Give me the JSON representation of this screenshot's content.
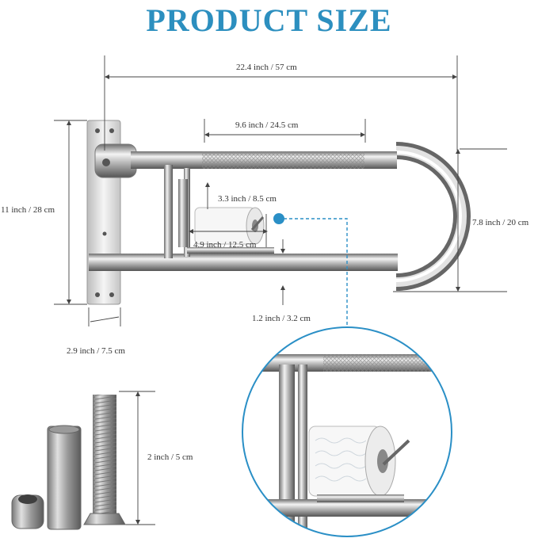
{
  "title": "PRODUCT SIZE",
  "colors": {
    "title": "#2c8fbf",
    "accent": "#2a8fc6",
    "dim_line": "#444444"
  },
  "dimensions": {
    "overall_length": "22.4 inch / 57 cm",
    "grip_length": "9.6 inch / 24.5 cm",
    "plate_height": "11 inch / 28 cm",
    "roll_holder_height": "3.3 inch / 8.5 cm",
    "roll_holder_width": "4.9 inch / 12.5 cm",
    "bar_height": "7.8 inch / 20 cm",
    "tube_diameter": "1.2 inch / 3.2 cm",
    "plate_width": "2.9 inch / 7.5 cm",
    "bolt_length": "2 inch / 5 cm"
  }
}
